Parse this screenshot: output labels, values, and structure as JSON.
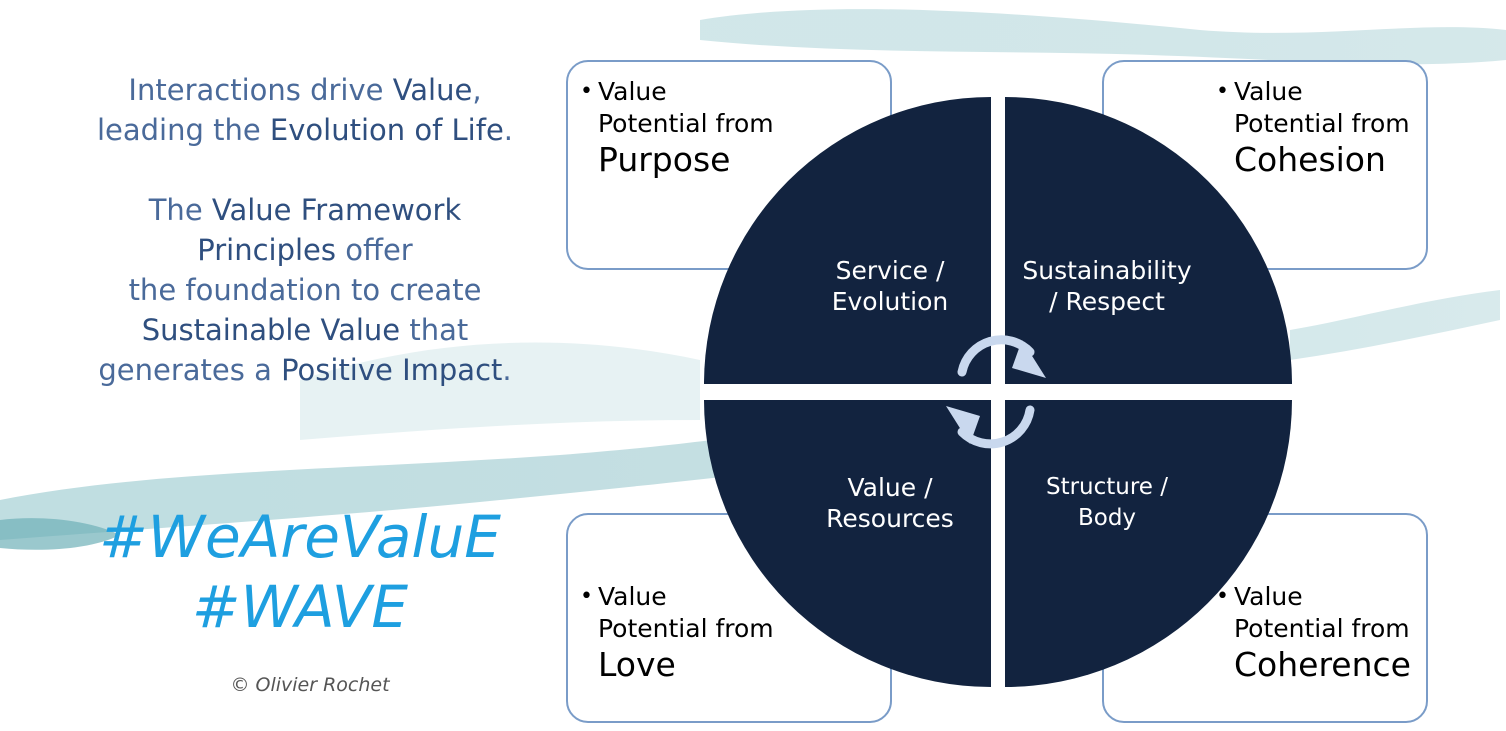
{
  "intro": {
    "line1_a": "Interactions drive ",
    "line1_b": "Value",
    "line1_c": ",",
    "line2_a": "leading the ",
    "line2_b": "Evolution of Life",
    "line2_c": "."
  },
  "principles": {
    "l1_a": "The ",
    "l1_b": "Value Framework",
    "l2_a": "Principles",
    "l2_b": " offer",
    "l3": "the foundation to create",
    "l4_a": "Sustainable Value",
    "l4_b": " that",
    "l5_a": "generates a ",
    "l5_b": "Positive Impact",
    "l5_c": "."
  },
  "hashtags": {
    "tag1": "#WeAreValuE",
    "tag2": "#WAVE"
  },
  "copyright": "© Olivier Rochet",
  "cards": {
    "top_left": {
      "bullet": "•",
      "line1": "Value",
      "line2": "Potential from",
      "big": "Purpose"
    },
    "top_right": {
      "bullet": "•",
      "line1": "Value",
      "line2": "Potential from",
      "big": "Cohesion"
    },
    "bottom_left": {
      "bullet": "•",
      "line1": "Value",
      "line2": "Potential from",
      "big": "Love"
    },
    "bottom_right": {
      "bullet": "•",
      "line1": "Value",
      "line2": "Potential from",
      "big": "Coherence"
    }
  },
  "quadrants": {
    "top_left": {
      "line1": "Service /",
      "line2": "Evolution"
    },
    "top_right": {
      "line1": "Sustainability",
      "line2": "/ Respect"
    },
    "bottom_left": {
      "line1": "Value /",
      "line2": "Resources"
    },
    "bottom_right": {
      "line1": "Structure /",
      "line2": "Body"
    }
  },
  "colors": {
    "wheel": "#12233f",
    "card_border": "#7a9cc8",
    "hashtag": "#1e9fe0",
    "text_blue": "#4a6a9a",
    "water": "#8fc3c8"
  }
}
